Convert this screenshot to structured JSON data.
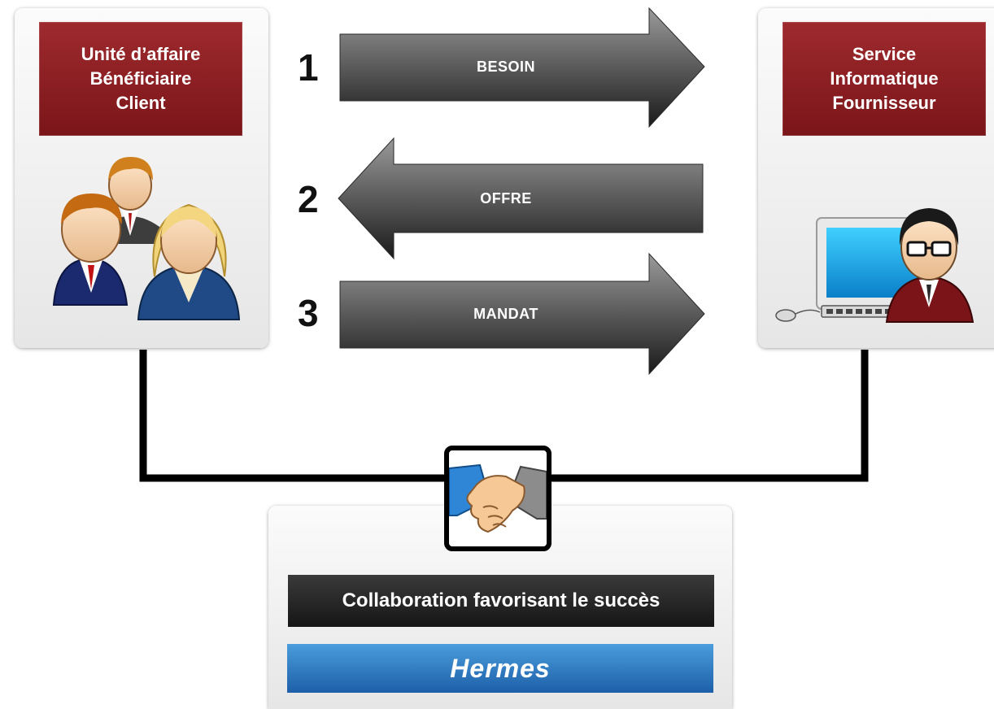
{
  "client": {
    "title_lines": [
      "Unité d’affaire",
      "Bénéficiaire",
      "Client"
    ],
    "icon": "business-people-icon"
  },
  "supplier": {
    "title_lines": [
      "Service",
      "Informatique",
      "Fournisseur"
    ],
    "icon": "developer-computer-icon"
  },
  "steps": [
    {
      "number": "1",
      "label": "BESOIN",
      "direction": "right"
    },
    {
      "number": "2",
      "label": "OFFRE",
      "direction": "left"
    },
    {
      "number": "3",
      "label": "MANDAT",
      "direction": "right"
    }
  ],
  "collaboration": {
    "icon": "handshake-icon",
    "caption": "Collaboration favorisant le succès",
    "brand": "Hermes"
  },
  "colors": {
    "title_red": "#8b1e22",
    "arrow_dark": "#1e1e1e",
    "arrow_light": "#8e8e8e",
    "brand_blue": "#2a73bf"
  }
}
